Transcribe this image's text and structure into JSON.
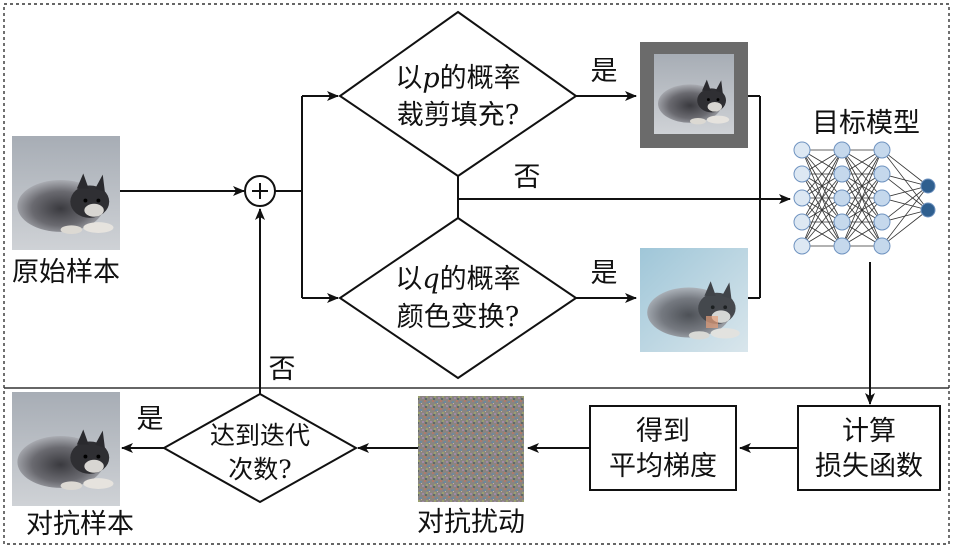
{
  "title": "目标模型",
  "original_sample": {
    "label": "原始样本"
  },
  "branch_p": {
    "prefix": "以",
    "var": "p",
    "suffix": "的概率",
    "line2": "裁剪填充?",
    "yes": "是"
  },
  "branch_q": {
    "prefix": "以",
    "var": "q",
    "suffix": "的概率",
    "line2": "颜色变换?",
    "yes": "是"
  },
  "skip_label": "否",
  "target_model": {
    "label": "目标模型"
  },
  "loss_box": {
    "line1": "计算",
    "line2": "损失函数"
  },
  "grad_box": {
    "line1": "得到",
    "line2": "平均梯度"
  },
  "perturbation": {
    "label": "对抗扰动"
  },
  "iteration": {
    "line1": "达到迭代",
    "line2": "次数?",
    "yes": "是",
    "no": "否"
  },
  "adversarial_sample": {
    "label": "对抗样本"
  },
  "colors": {
    "line": "#111111",
    "neuron": "#c5d8ec",
    "neuron_stroke": "#6f93c0",
    "output": "#2f5f8f",
    "crop_frame": "#6b6b6b"
  }
}
